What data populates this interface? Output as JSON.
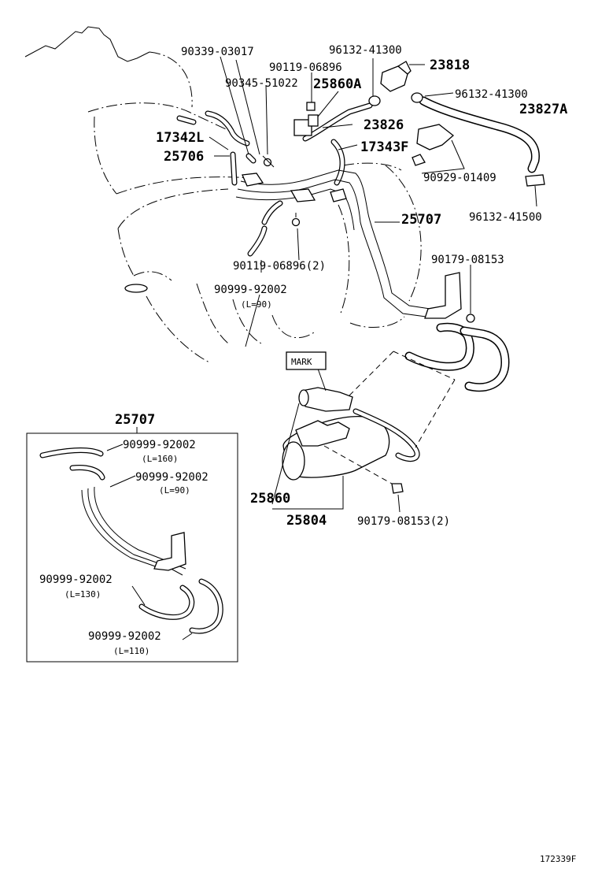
{
  "labels": {
    "p90339_03017": "90339-03017",
    "p90119_06896": "90119-06896",
    "p96132_41300_a": "96132-41300",
    "p23818": "23818",
    "p90345_51022": "90345-51022",
    "p25860A": "25860A",
    "p96132_41300_b": "96132-41300",
    "p23827A": "23827A",
    "p17342L": "17342L",
    "p23826": "23826",
    "p17343F": "17343F",
    "p25706": "25706",
    "p90929_01409": "90929-01409",
    "p96132_41500": "96132-41500",
    "p25707_main": "25707",
    "p90119_06896_2": "90119-06896(2)",
    "p90179_08153": "90179-08153",
    "p90999_92002_main": "90999-92002",
    "p_l90_main": "(L=90)",
    "mark": "MARK",
    "p25860": "25860",
    "p25804": "25804",
    "p90179_08153_2": "90179-08153(2)",
    "inset_title": "25707",
    "inset_a": "90999-92002",
    "inset_a_len": "(L=160)",
    "inset_b": "90999-92002",
    "inset_b_len": "(L=90)",
    "inset_c": "90999-92002",
    "inset_c_len": "(L=130)",
    "inset_d": "90999-92002",
    "inset_d_len": "(L=110)",
    "figure_id": "172339F"
  }
}
